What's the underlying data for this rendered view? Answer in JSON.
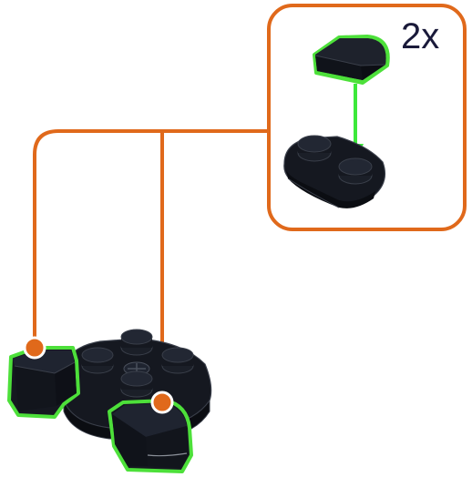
{
  "step": {
    "quantity_label": "2x"
  },
  "colors": {
    "callout_border": "#e0691b",
    "new_part_highlight": "#4de03a",
    "insert_arrow": "#3ce83a",
    "brick_black": "#151820",
    "brick_edge": "#3a3f4a",
    "quantity_text": "#1a1a3a"
  },
  "parts": {
    "new_part": "black-1x2-tile-round-end",
    "base_part": "black-1x2-plate-rounded-ends",
    "assembly_base": "black-round-plate-2x2-with-pins"
  },
  "icons": {
    "arrow": "insert-arrow-down-icon",
    "attach_point": "attach-dot-icon"
  }
}
